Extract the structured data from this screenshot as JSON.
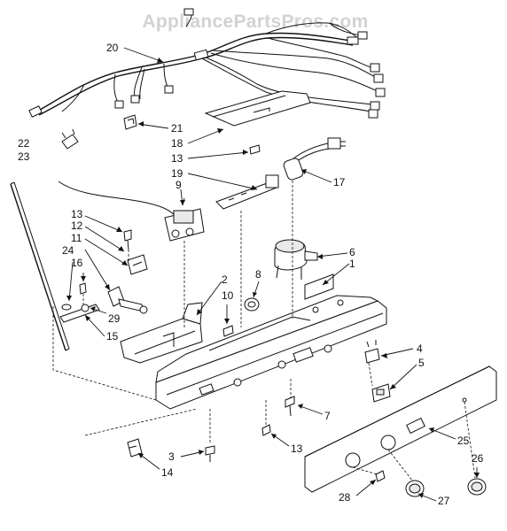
{
  "watermark": "AppliancePartsPros.com",
  "callouts": [
    {
      "id": "c1",
      "text": "20"
    },
    {
      "id": "c2",
      "text": "21"
    },
    {
      "id": "c3",
      "text": "18"
    },
    {
      "id": "c4",
      "text": "13"
    },
    {
      "id": "c5",
      "text": "19"
    },
    {
      "id": "c6",
      "text": "17"
    },
    {
      "id": "c7",
      "text": "22"
    },
    {
      "id": "c8",
      "text": "23"
    },
    {
      "id": "c9",
      "text": "9"
    },
    {
      "id": "c10",
      "text": "13"
    },
    {
      "id": "c11",
      "text": "12"
    },
    {
      "id": "c12",
      "text": "11"
    },
    {
      "id": "c13",
      "text": "24"
    },
    {
      "id": "c14",
      "text": "16"
    },
    {
      "id": "c15",
      "text": "29"
    },
    {
      "id": "c16",
      "text": "15"
    },
    {
      "id": "c17",
      "text": "2"
    },
    {
      "id": "c18",
      "text": "10"
    },
    {
      "id": "c19",
      "text": "8"
    },
    {
      "id": "c20",
      "text": "6"
    },
    {
      "id": "c21",
      "text": "1"
    },
    {
      "id": "c22",
      "text": "4"
    },
    {
      "id": "c23",
      "text": "5"
    },
    {
      "id": "c24",
      "text": "7"
    },
    {
      "id": "c25",
      "text": "13"
    },
    {
      "id": "c26",
      "text": "25"
    },
    {
      "id": "c27",
      "text": "26"
    },
    {
      "id": "c28",
      "text": "3"
    },
    {
      "id": "c29",
      "text": "14"
    },
    {
      "id": "c30",
      "text": "28"
    },
    {
      "id": "c31",
      "text": "27"
    }
  ]
}
